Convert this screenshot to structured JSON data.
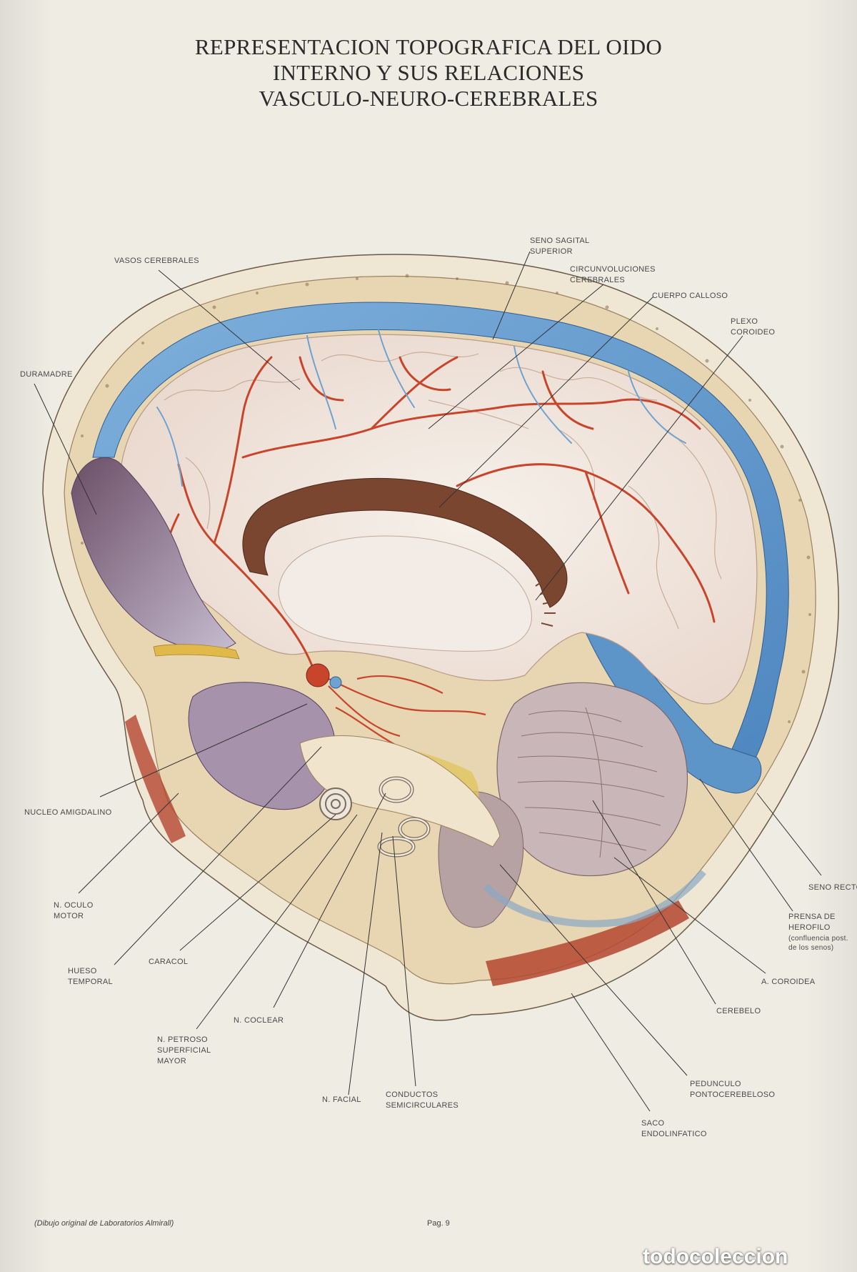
{
  "title_lines": [
    "REPRESENTACION TOPOGRAFICA DEL OIDO",
    "INTERNO Y SUS RELACIONES",
    "VASCULO-NEURO-CEREBRALES"
  ],
  "labels": {
    "seno_sagital": [
      "SENO SAGITAL",
      "SUPERIOR"
    ],
    "vasos_cerebrales": [
      "VASOS CEREBRALES"
    ],
    "circunvoluciones": [
      "CIRCUNVOLUCIONES",
      "CEREBRALES"
    ],
    "cuerpo_calloso": [
      "CUERPO CALLOSO"
    ],
    "plexo_coroideo": [
      "PLEXO",
      "COROIDEO"
    ],
    "duramadre": [
      "DURAMADRE"
    ],
    "nucleo_amigdalino": [
      "NUCLEO AMIGDALINO"
    ],
    "seno_recto": [
      "SENO RECTO"
    ],
    "prensa_herofilo": [
      "PRENSA DE",
      "HEROFILO",
      "(confluencia post.",
      "de los senos)"
    ],
    "n_oculo_motor": [
      "N. OCULO",
      "MOTOR"
    ],
    "caracol": [
      "CARACOL"
    ],
    "hueso_temporal": [
      "HUESO",
      "TEMPORAL"
    ],
    "a_coroidea": [
      "A. COROIDEA"
    ],
    "cerebelo": [
      "CEREBELO"
    ],
    "n_coclear": [
      "N. COCLEAR"
    ],
    "n_petroso": [
      "N. PETROSO",
      "SUPERFICIAL",
      "MAYOR"
    ],
    "pedunculo": [
      "PEDUNCULO",
      "PONTOCEREBELOSO"
    ],
    "n_facial": [
      "N. FACIAL"
    ],
    "conductos": [
      "CONDUCTOS",
      "SEMICIRCULARES"
    ],
    "saco": [
      "SACO",
      "ENDOLINFATICO"
    ]
  },
  "footer": {
    "credit": "(Dibujo original de Laboratorios Almirall)",
    "page": "Pag. 9"
  },
  "watermark": "todocoleccion",
  "colors": {
    "paper": "#efece4",
    "artery": "#c8452c",
    "vein": "#6fa3cf",
    "sinus": "#5b93c8",
    "brain": "#f2ece4",
    "bone": "#e9dcc0",
    "callosum": "#7a4630",
    "cerebellum": "#c9b6b8",
    "label": "#4a4a4a"
  }
}
